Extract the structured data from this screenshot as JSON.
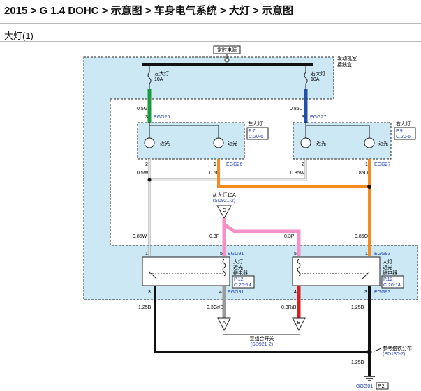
{
  "breadcrumb": {
    "year": "2015",
    "parts": [
      "G 1.4 DOHC",
      "示意图",
      "车身电气系统",
      "大灯",
      "示意图"
    ],
    "separator": " > "
  },
  "section_title": "大灯(1)",
  "diagram": {
    "power_label": "常时电源",
    "engine_room_box_label": [
      "发动机室",
      "接线盒"
    ],
    "fuse_left": [
      "左大灯",
      "10A"
    ],
    "fuse_right": [
      "右大灯",
      "10A"
    ],
    "lamp_left": {
      "name": "左大灯",
      "page": "P.7",
      "conn": "C.20-6"
    },
    "lamp_right": {
      "name": "右大灯",
      "page": "P.9",
      "conn": "C.20-6"
    },
    "low_beam": "近光",
    "relay_label": [
      "大灯",
      "近光",
      "继电器"
    ],
    "relay_page": "P.12",
    "relay_conn": "C.20-14",
    "from_source": [
      "从大灯10A",
      "(SD921-2)"
    ],
    "to_combo": [
      "至组合开关",
      "(SD921-2)"
    ],
    "ground_ref": [
      "参考搭铁分布",
      "(SD130-7)"
    ],
    "ground_id": "GGG01",
    "ground_page": "P.2",
    "connectors": {
      "egg26": "EGG26",
      "egg27": "EGG27",
      "egg91": "EGG91",
      "egg93": "EGG93"
    },
    "wires": {
      "w05g": "0.5G",
      "w085l": "0.85L",
      "w05w": "0.5W",
      "w05o": "0.5O",
      "w085w": "0.85W",
      "w085o": "0.85O",
      "w03p": "0.3P",
      "w125b": "1.25B",
      "w03grb": "0.3Gr/B",
      "w03rb": "0.3R/B"
    },
    "pins": {
      "p1": "1",
      "p2": "2",
      "p3": "3",
      "p4": "4",
      "p5": "5"
    },
    "terminals": {
      "a": "A",
      "b": "B",
      "c": "C"
    },
    "colors": {
      "box_fill": "#cce8f4",
      "green": "#1a9a3c",
      "blue": "#1f4fa8",
      "orange": "#f58a1f",
      "pink": "#f590c8",
      "red": "#d81e1e",
      "gray": "#9a9a9a",
      "black": "#111111",
      "link": "#1f3fb8"
    }
  }
}
